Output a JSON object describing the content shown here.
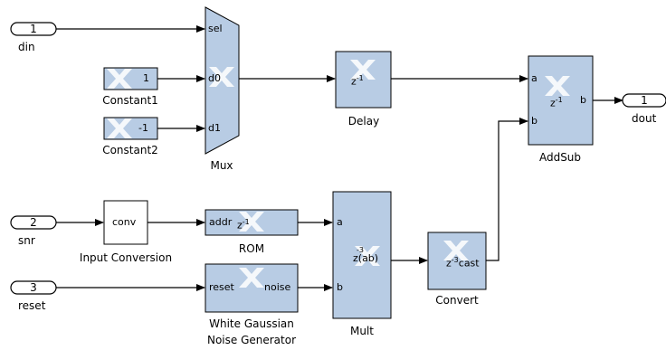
{
  "colors": {
    "block_fill": "#b8cce4",
    "logo": "#ffffff",
    "line": "#000000"
  },
  "ports": {
    "din": {
      "number": "1",
      "label": "din"
    },
    "snr": {
      "number": "2",
      "label": "snr"
    },
    "reset": {
      "number": "3",
      "label": "reset"
    },
    "dout": {
      "number": "1",
      "label": "dout"
    }
  },
  "blocks": {
    "constant1": {
      "value": "1",
      "label": "Constant1"
    },
    "constant2": {
      "value": "-1",
      "label": "Constant2"
    },
    "mux": {
      "label": "Mux",
      "pins": {
        "sel": "sel",
        "d0": "d0",
        "d1": "d1"
      }
    },
    "delay": {
      "label": "Delay",
      "inner": "z",
      "inner_exp": "-1"
    },
    "addsub": {
      "label": "AddSub",
      "pins": {
        "a": "a",
        "b": "b",
        "out": "b"
      },
      "inner": "z",
      "inner_exp": "-1"
    },
    "input_conversion": {
      "text": "conv",
      "label": "Input  Conversion"
    },
    "rom": {
      "label": "ROM",
      "pin": "addr",
      "inner": "z",
      "inner_exp": "-1"
    },
    "wgn": {
      "label_line1": "White Gaussian",
      "label_line2": "Noise Generator",
      "pin_reset": "reset",
      "pin_noise": "noise"
    },
    "mult": {
      "label": "Mult",
      "pins": {
        "a": "a",
        "b": "b"
      },
      "inner": "z(ab)",
      "inner_exp": "-3"
    },
    "convert": {
      "label": "Convert",
      "inner": "z",
      "inner_exp": "-3",
      "cast": "cast"
    }
  }
}
